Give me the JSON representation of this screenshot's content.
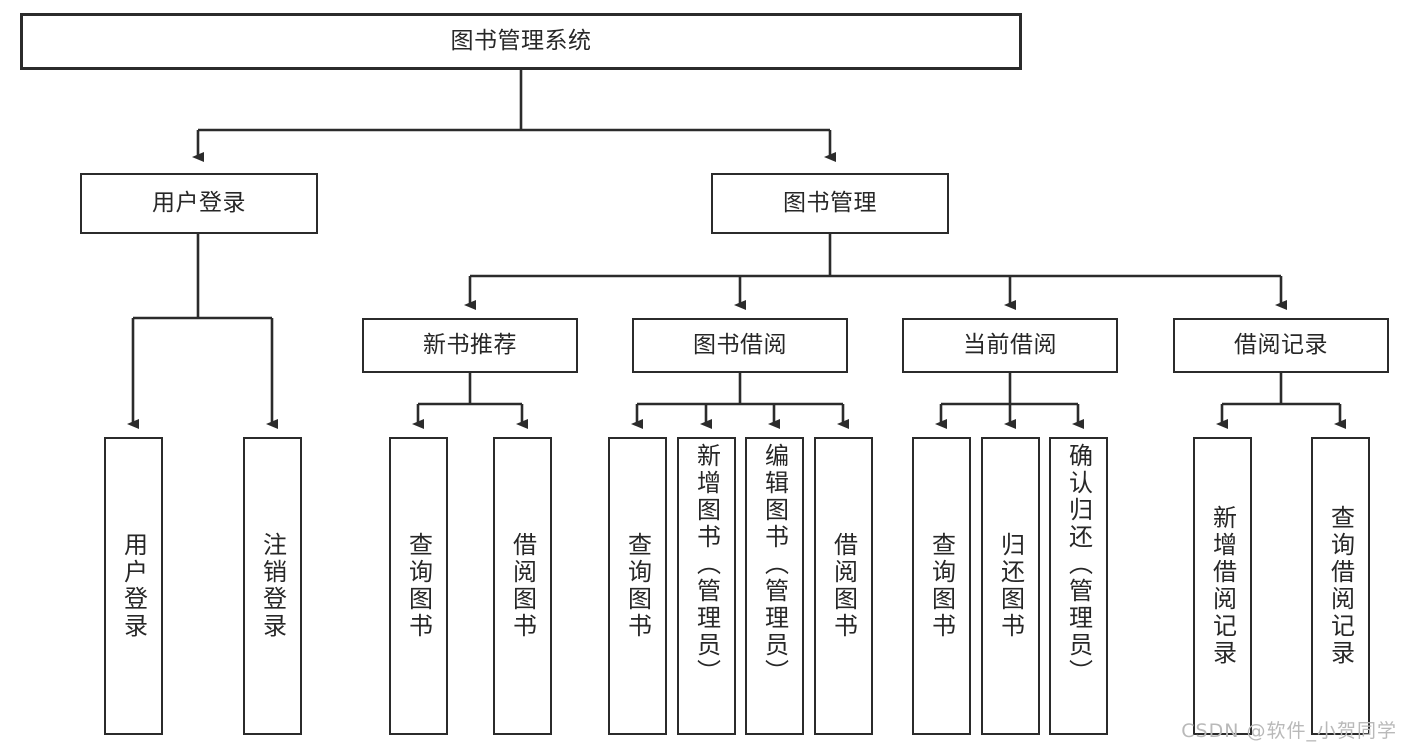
{
  "diagram": {
    "type": "tree-hierarchy-chart",
    "title": "图书管理系统",
    "colors": {
      "background": "#ffffff",
      "box_border": "#2b2b2b",
      "box_fill": "#ffffff",
      "text": "#272727",
      "connector": "#2b2b2b",
      "watermark": "#b9b9b9"
    },
    "watermark": "CSDN @软件_小贺同学",
    "nodes": {
      "root": {
        "label": "图书管理系统"
      },
      "level1": [
        {
          "label": "用户登录"
        },
        {
          "label": "图书管理"
        }
      ],
      "level2": [
        {
          "label": "新书推荐"
        },
        {
          "label": "图书借阅"
        },
        {
          "label": "当前借阅"
        },
        {
          "label": "借阅记录"
        }
      ],
      "leaves": {
        "user_login": [
          {
            "label": "用户登录"
          },
          {
            "label": "注销登录"
          }
        ],
        "new_book": [
          {
            "label": "查询图书"
          },
          {
            "label": "借阅图书"
          }
        ],
        "book_borrow": [
          {
            "label": "查询图书"
          },
          {
            "label": "新增图书（管理员）"
          },
          {
            "label": "编辑图书（管理员）"
          },
          {
            "label": "借阅图书"
          }
        ],
        "current_borrow": [
          {
            "label": "查询图书"
          },
          {
            "label": "归还图书"
          },
          {
            "label": "确认归还（管理员）"
          }
        ],
        "borrow_record": [
          {
            "label": "新增借阅记录"
          },
          {
            "label": "查询借阅记录"
          }
        ]
      }
    }
  }
}
